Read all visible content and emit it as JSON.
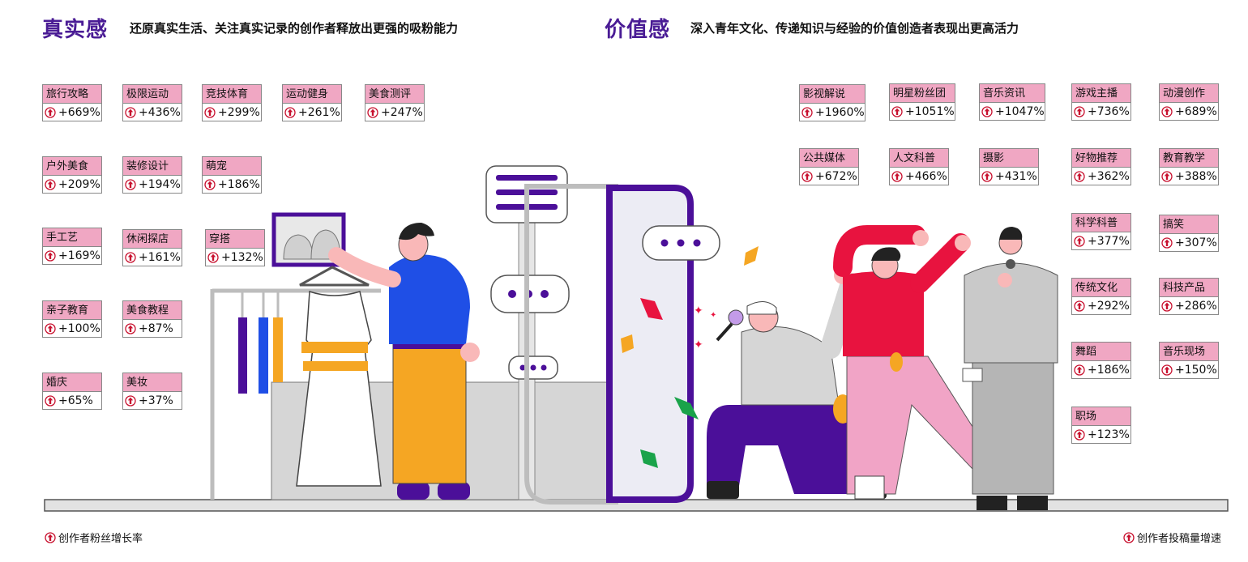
{
  "left": {
    "title": "真实感",
    "subtitle": "还原真实生活、关注真实记录的创作者释放出更强的吸粉能力",
    "tags": [
      {
        "name": "旅行攻略",
        "value": "+669%"
      },
      {
        "name": "极限运动",
        "value": "+436%"
      },
      {
        "name": "竞技体育",
        "value": "+299%"
      },
      {
        "name": "运动健身",
        "value": "+261%"
      },
      {
        "name": "美食测评",
        "value": "+247%"
      },
      {
        "name": "户外美食",
        "value": "+209%"
      },
      {
        "name": "装修设计",
        "value": "+194%"
      },
      {
        "name": "萌宠",
        "value": "+186%"
      },
      {
        "name": "手工艺",
        "value": "+169%"
      },
      {
        "name": "休闲探店",
        "value": "+161%"
      },
      {
        "name": "穿搭",
        "value": "+132%"
      },
      {
        "name": "亲子教育",
        "value": "+100%"
      },
      {
        "name": "美食教程",
        "value": "+87%"
      },
      {
        "name": "婚庆",
        "value": "+65%"
      },
      {
        "name": "美妆",
        "value": "+37%"
      }
    ],
    "legend": "创作者粉丝增长率"
  },
  "right": {
    "title": "价值感",
    "subtitle": "深入青年文化、传递知识与经验的价值创造者表现出更高活力",
    "tags": [
      {
        "name": "影视解说",
        "value": "+1960%"
      },
      {
        "name": "明星粉丝团",
        "value": "+1051%"
      },
      {
        "name": "音乐资讯",
        "value": "+1047%"
      },
      {
        "name": "游戏主播",
        "value": "+736%"
      },
      {
        "name": "动漫创作",
        "value": "+689%"
      },
      {
        "name": "公共媒体",
        "value": "+672%"
      },
      {
        "name": "人文科普",
        "value": "+466%"
      },
      {
        "name": "摄影",
        "value": "+431%"
      },
      {
        "name": "好物推荐",
        "value": "+362%"
      },
      {
        "name": "教育教学",
        "value": "+388%"
      },
      {
        "name": "科学科普",
        "value": "+377%"
      },
      {
        "name": "搞笑",
        "value": "+307%"
      },
      {
        "name": "传统文化",
        "value": "+292%"
      },
      {
        "name": "科技产品",
        "value": "+286%"
      },
      {
        "name": "舞蹈",
        "value": "+186%"
      },
      {
        "name": "音乐现场",
        "value": "+150%"
      },
      {
        "name": "职场",
        "value": "+123%"
      }
    ],
    "legend": "创作者投稿量增速"
  },
  "colors": {
    "title": "#4a1c95",
    "tag_header": "#f0a7c3",
    "icon": "#c8102e",
    "purple": "#4b0f99",
    "blue": "#1f4fe6",
    "orange": "#f5a623",
    "red": "#e8133f",
    "pink": "#f1a4c6",
    "gray": "#d6d6d6"
  }
}
